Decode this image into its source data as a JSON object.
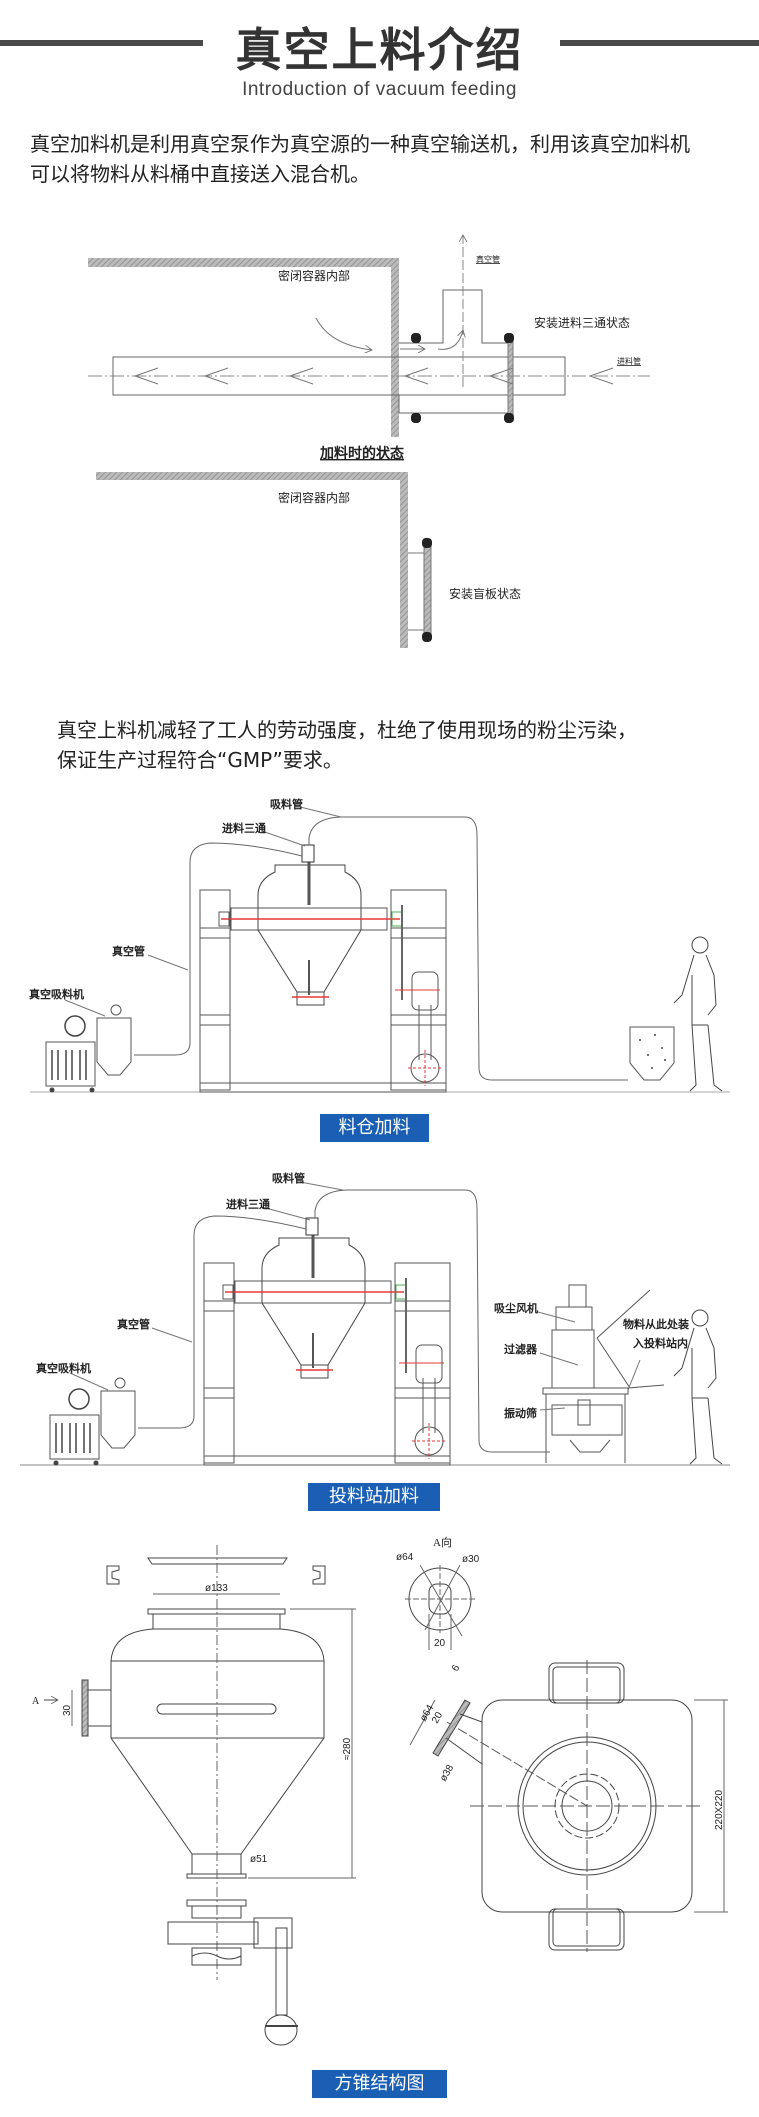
{
  "header": {
    "title": "真空上料介绍",
    "subtitle": "Introduction of vacuum feeding"
  },
  "intro": {
    "lines": [
      "真空加料机是利用真空泵作为真空源的一种真空输送机，利用该真空加料机",
      "可以将物料从料桶中直接送入混合机。"
    ]
  },
  "state_diagram": {
    "vacuum_pipe": "真空管",
    "container_inside": "密闭容器内部",
    "tee_state": "安装进料三通状态",
    "feed_pipe": "进料管",
    "feeding_caption": "加料时的状态",
    "container_inside_2": "密闭容器内部",
    "blind_state": "安装盲板状态"
  },
  "benefit": {
    "lines": [
      "真空上料机减轻了工人的劳动强度，杜绝了使用现场的粉尘污染，",
      "保证生产过程符合“GMP”要求。"
    ]
  },
  "silo_diagram": {
    "suction_pipe": "吸料管",
    "feed_tee": "进料三通",
    "vacuum_pipe": "真空管",
    "vacuum_feeder": "真空吸料机",
    "caption": "料仓加料"
  },
  "station_diagram": {
    "suction_pipe": "吸料管",
    "feed_tee": "进料三通",
    "vacuum_pipe": "真空管",
    "vacuum_feeder": "真空吸料机",
    "dust_fan": "吸尘风机",
    "filter": "过滤器",
    "vibrating_sieve": "振动筛",
    "load_note_1": "物料从此处装",
    "load_note_2": "入投料站内",
    "caption": "投料站加料"
  },
  "structure_diagram": {
    "d133": "ø133",
    "a_arrow": "A",
    "d30_side": "30",
    "h280": "≈280",
    "d51": "ø51",
    "a_view": "A向",
    "d64": "ø64",
    "d30": "ø30",
    "w20": "20",
    "p6": "6",
    "p64": "ø64",
    "p20": "20",
    "p38": "ø38",
    "size": "220X220",
    "caption": "方锥结构图"
  },
  "colors": {
    "caption_bg": "#1a5fb4",
    "axis_red": "#e53935",
    "title": "#333333"
  }
}
